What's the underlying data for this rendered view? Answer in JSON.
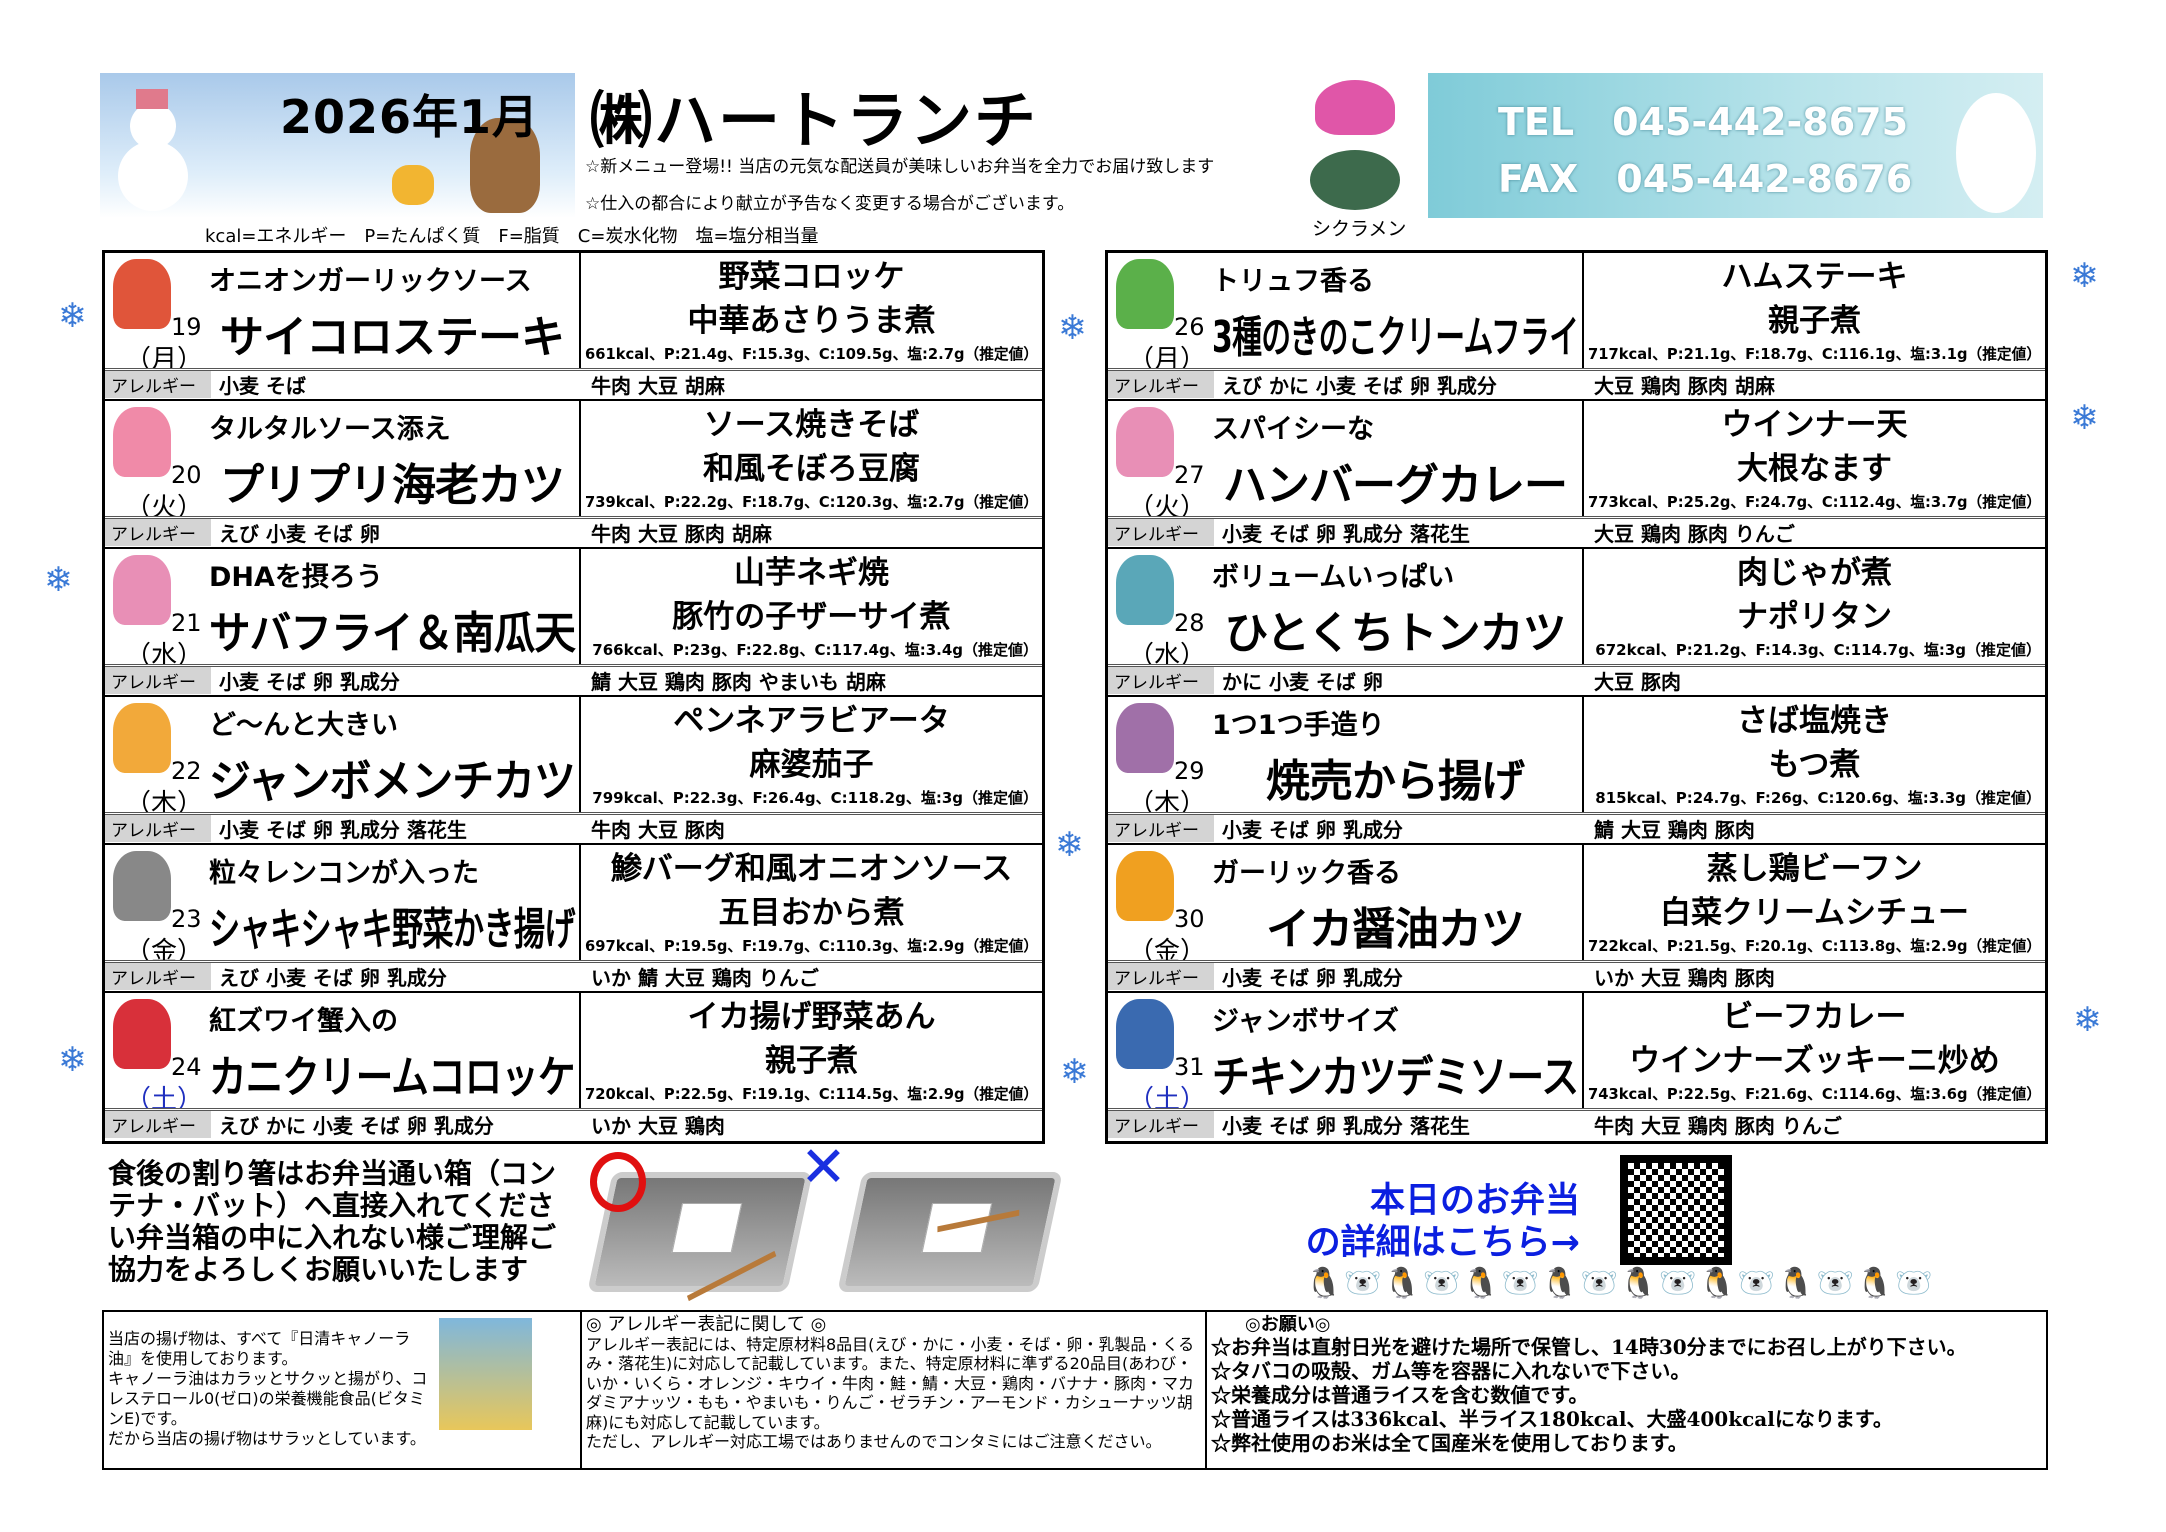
{
  "header": {
    "date_title": "2026年1月",
    "company": "㈱ハートランチ",
    "notice1": "☆新メニュー登場!! 当店の元気な配送員が美味しいお弁当を全力でお届け致します",
    "notice2": "☆仕入の都合により献立が予告なく変更する場合がございます。",
    "flower_label": "シクラメン",
    "tel": "TEL　045-442-8675",
    "fax": "FAX　045-442-8676",
    "legend": "kcal=エネルギー　P=たんぱく質　F=脂質　C=炭水化物　塩=塩分相当量"
  },
  "allergy_label": "アレルギー",
  "left_days": [
    {
      "day": "19",
      "weekday": "（月）",
      "sub": "オニオンガーリックソース",
      "main": "サイコロステーキ",
      "side1": "野菜コロッケ",
      "side2": "中華あさりうま煮",
      "nutrition": "661kcal、P:21.4g、F:15.3g、C:109.5g、塩:2.7g（推定値）",
      "allergy_main": "小麦 そば",
      "allergy_side": "牛肉 大豆 胡麻",
      "color": "#e0553a"
    },
    {
      "day": "20",
      "weekday": "（火）",
      "sub": "タルタルソース添え",
      "main": "プリプリ海老カツ",
      "side1": "ソース焼きそば",
      "side2": "和風そぼろ豆腐",
      "nutrition": "739kcal、P:22.2g、F:18.7g、C:120.3g、塩:2.7g（推定値）",
      "allergy_main": "えび 小麦 そば 卵",
      "allergy_side": "牛肉 大豆 豚肉 胡麻",
      "color": "#f08aa8"
    },
    {
      "day": "21",
      "weekday": "（水）",
      "sub": "DHAを摂ろう",
      "main": "サバフライ＆南瓜天",
      "side1": "山芋ネギ焼",
      "side2": "豚竹の子ザーサイ煮",
      "nutrition": "766kcal、P:23g、F:22.8g、C:117.4g、塩:3.4g（推定値）",
      "allergy_main": "小麦 そば 卵 乳成分",
      "allergy_side": "鯖 大豆 鶏肉 豚肉 やまいも 胡麻",
      "color": "#e88fb6"
    },
    {
      "day": "22",
      "weekday": "（木）",
      "sub": "ど～んと大きい",
      "main": "ジャンボメンチカツ",
      "side1": "ペンネアラビアータ",
      "side2": "麻婆茄子",
      "nutrition": "799kcal、P:22.3g、F:26.4g、C:118.2g、塩:3g（推定値）",
      "allergy_main": "小麦 そば 卵 乳成分 落花生",
      "allergy_side": "牛肉 大豆 豚肉",
      "color": "#f2a93a"
    },
    {
      "day": "23",
      "weekday": "（金）",
      "sub": "粒々レンコンが入った",
      "main": "シャキシャキ野菜かき揚げ",
      "side1": "鯵バーグ和風オニオンソース",
      "side2": "五目おから煮",
      "nutrition": "697kcal、P:19.5g、F:19.7g、C:110.3g、塩:2.9g（推定値）",
      "allergy_main": "えび 小麦 そば 卵 乳成分",
      "allergy_side": "いか 鯖 大豆 鶏肉 りんご",
      "color": "#888888"
    },
    {
      "day": "24",
      "weekday": "（土）",
      "sub": "紅ズワイ蟹入の",
      "main": "カニクリームコロッケ",
      "side1": "イカ揚げ野菜あん",
      "side2": "親子煮",
      "nutrition": "720kcal、P:22.5g、F:19.1g、C:114.5g、塩:2.9g（推定値）",
      "allergy_main": "えび かに 小麦 そば 卵 乳成分",
      "allergy_side": "いか 大豆 鶏肉",
      "color": "#d8303a",
      "sat": true
    }
  ],
  "right_days": [
    {
      "day": "26",
      "weekday": "（月）",
      "sub": "トリュフ香る",
      "main": "3種のきのこクリームフライ",
      "side1": "ハムステーキ",
      "side2": "親子煮",
      "nutrition": "717kcal、P:21.1g、F:18.7g、C:116.1g、塩:3.1g（推定値）",
      "allergy_main": "えび かに 小麦 そば 卵 乳成分",
      "allergy_side": "大豆 鶏肉 豚肉 胡麻",
      "color": "#5bb04a"
    },
    {
      "day": "27",
      "weekday": "（火）",
      "sub": "スパイシーな",
      "main": "ハンバーグカレー",
      "side1": "ウインナー天",
      "side2": "大根なます",
      "nutrition": "773kcal、P:25.2g、F:24.7g、C:112.4g、塩:3.7g（推定値）",
      "allergy_main": "小麦 そば 卵 乳成分 落花生",
      "allergy_side": "大豆 鶏肉 豚肉 りんご",
      "color": "#e88fb6"
    },
    {
      "day": "28",
      "weekday": "（水）",
      "sub": "ボリュームいっぱい",
      "main": "ひとくちトンカツ",
      "side1": "肉じゃが煮",
      "side2": "ナポリタン",
      "nutrition": "672kcal、P:21.2g、F:14.3g、C:114.7g、塩:3g（推定値）",
      "allergy_main": "かに 小麦 そば 卵",
      "allergy_side": "大豆 豚肉",
      "color": "#5aa7b8"
    },
    {
      "day": "29",
      "weekday": "（木）",
      "sub": "1つ1つ手造り",
      "main": "焼売から揚げ",
      "side1": "さば塩焼き",
      "side2": "もつ煮",
      "nutrition": "815kcal、P:24.7g、F:26g、C:120.6g、塩:3.3g（推定値）",
      "allergy_main": "小麦 そば 卵 乳成分",
      "allergy_side": "鯖 大豆 鶏肉 豚肉",
      "color": "#a070a8"
    },
    {
      "day": "30",
      "weekday": "（金）",
      "sub": "ガーリック香る",
      "main": "イカ醤油カツ",
      "side1": "蒸し鶏ビーフン",
      "side2": "白菜クリームシチュー",
      "nutrition": "722kcal、P:21.5g、F:20.1g、C:113.8g、塩:2.9g（推定値）",
      "allergy_main": "小麦 そば 卵 乳成分",
      "allergy_side": "いか 大豆 鶏肉 豚肉",
      "color": "#f0a020"
    },
    {
      "day": "31",
      "weekday": "（土）",
      "sub": "ジャンボサイズ",
      "main": "チキンカツデミソース",
      "side1": "ビーフカレー",
      "side2": "ウインナーズッキーニ炒め",
      "nutrition": "743kcal、P:22.5g、F:21.6g、C:114.6g、塩:3.6g（推定値）",
      "allergy_main": "小麦 そば 卵 乳成分 落花生",
      "allergy_side": "牛肉 大豆 鶏肉 豚肉 りんご",
      "color": "#3a6ab0",
      "sat": true
    }
  ],
  "chopsticks": {
    "text": "食後の割り箸はお弁当通い箱（コンテナ・バット）へ直接入れてください弁当箱の中に入れない様ご理解ご協力をよろしくお願いいたします",
    "ok_mark": "○",
    "ng_mark": "✕"
  },
  "today": {
    "line1": "本日のお弁当",
    "line2": "の詳細はこちら→"
  },
  "animals": "🐧🐻‍❄️🐧🐻‍❄️🐧🐻‍❄️🐧🐻‍❄️🐧🐻‍❄️🐧🐻‍❄️🐧🐻‍❄️🐧🐻‍❄️",
  "oil_info": [
    "当店の揚げ物は、すべて『日清キャノーラ油』を使用しております。",
    "キャノーラ油はカラッとサクッと揚がり、コレステロール0(ゼロ)の栄養機能食品(ビタミンE)です。",
    "だから当店の揚げ物はサラッとしています。"
  ],
  "allergy_info": {
    "title": "◎ アレルギー表記に関して ◎",
    "body": "アレルギー表記には、特定原材料8品目(えび・かに・小麦・そば・卵・乳製品・くるみ・落花生)に対応して記載しています。また、特定原材料に準ずる20品目(あわび・いか・いくら・オレンジ・キウイ・牛肉・鮭・鯖・大豆・鶏肉・バナナ・豚肉・マカダミアナッツ・もも・やまいも・りんご・ゼラチン・アーモンド・カシューナッツ胡麻)にも対応して記載しています。",
    "note": "ただし、アレルギー対応工場ではありませんのでコンタミにはご注意ください。"
  },
  "requests": {
    "title": "◎お願い◎",
    "items": [
      "☆お弁当は直射日光を避けた場所で保管し、14時30分までにお召し上がり下さい。",
      "☆タバコの吸殻、ガム等を容器に入れないで下さい。",
      "☆栄養成分は普通ライスを含む数値です。",
      "☆普通ライスは336kcal、半ライス180kcal、大盛400kcalになります。",
      "☆弊社使用のお米は全て国産米を使用しております。"
    ]
  }
}
